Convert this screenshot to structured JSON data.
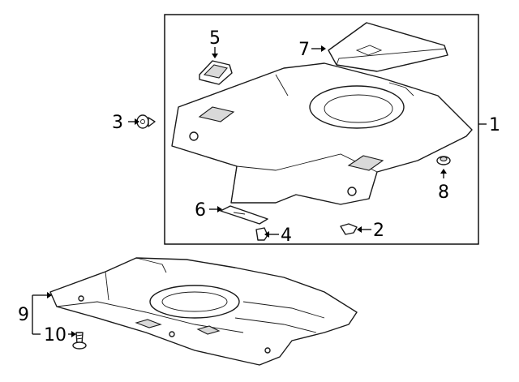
{
  "callouts": [
    {
      "id": "1",
      "label": "1"
    },
    {
      "id": "2",
      "label": "2"
    },
    {
      "id": "3",
      "label": "3"
    },
    {
      "id": "4",
      "label": "4"
    },
    {
      "id": "5",
      "label": "5"
    },
    {
      "id": "6",
      "label": "6"
    },
    {
      "id": "7",
      "label": "7"
    },
    {
      "id": "8",
      "label": "8"
    },
    {
      "id": "9",
      "label": "9"
    },
    {
      "id": "10",
      "label": "10"
    }
  ],
  "colors": {
    "line": "#1a1a1a",
    "shade": "#d9d9d9",
    "background": "#ffffff"
  }
}
